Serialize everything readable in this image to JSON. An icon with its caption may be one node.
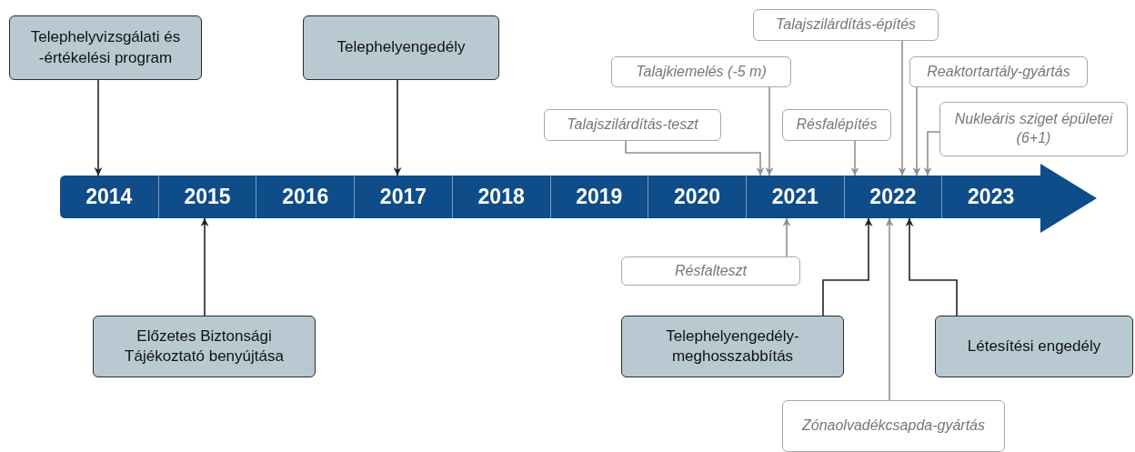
{
  "diagram": {
    "nodes": [
      {
        "text": [],
        "shape": "arrow"
      },
      {
        "text": [
          "2014"
        ],
        "in": 0
      },
      {
        "text": [
          "2015"
        ],
        "in": 0
      },
      {
        "text": [
          "2016"
        ],
        "in": 0
      },
      {
        "text": [
          "2017"
        ],
        "in": 0
      },
      {
        "text": [
          "2018"
        ],
        "in": 0
      },
      {
        "text": [
          "2019"
        ],
        "in": 0
      },
      {
        "text": [
          "2020"
        ],
        "in": 0
      },
      {
        "text": [
          "2021"
        ],
        "in": 0
      },
      {
        "text": [
          "2022"
        ],
        "in": 0
      },
      {
        "text": [
          "2023"
        ],
        "in": 0
      },
      {
        "text": [
          "Telephelyvizsgálati és -értékelési program"
        ]
      },
      {
        "text": [
          "Telephelyengedély"
        ]
      },
      {
        "text": [
          "Talajszilárdítás-építés"
        ]
      },
      {
        "text": [
          "Talajkiemelés (-5 m)"
        ]
      },
      {
        "text": [
          "Reaktortartály-gyártás"
        ]
      },
      {
        "text": [
          "Talajszilárdítás-teszt"
        ]
      },
      {
        "text": [
          "Résfalépítés"
        ]
      },
      {
        "text": [
          "Nukleáris sziget épületei (6+1)"
        ]
      },
      {
        "text": [
          "Résfalteszt"
        ]
      },
      {
        "text": [
          "Előzetes Biztonsági Tájékoztató benyújtása"
        ]
      },
      {
        "text": [
          "Telephelyengedély-meghosszabbítás"
        ]
      },
      {
        "text": [
          "Létesítési engedély"
        ]
      },
      {
        "text": [
          "Zónaolvadékcsapda-gyártás"
        ]
      }
    ],
    "edges": [
      {
        "from": 11,
        "to": 1,
        "arrow": "to",
        "color": "#222222"
      },
      {
        "from": 12,
        "to": 4,
        "arrow": "to",
        "color": "#222222"
      },
      {
        "from": 13,
        "to": 9,
        "arrow": "to"
      },
      {
        "from": 14,
        "to": 8,
        "arrow": "to"
      },
      {
        "from": 15,
        "to": 9,
        "arrow": "to"
      },
      {
        "from": 16,
        "to": 8,
        "arrow": "to"
      },
      {
        "from": 17,
        "to": 9,
        "arrow": "to"
      },
      {
        "from": 18,
        "to": 9,
        "arrow": "to"
      },
      {
        "from": 19,
        "to": 8,
        "arrow": "to"
      },
      {
        "from": 20,
        "to": 2,
        "arrow": "to",
        "color": "#222222"
      },
      {
        "from": 21,
        "to": 9,
        "arrow": "to",
        "color": "#222222"
      },
      {
        "from": 22,
        "to": 9,
        "arrow": "to",
        "color": "#222222"
      },
      {
        "from": 23,
        "to": 9,
        "arrow": "to"
      }
    ]
  }
}
